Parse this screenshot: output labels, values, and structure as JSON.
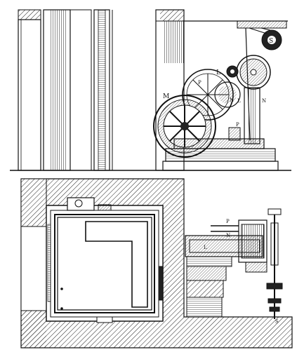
{
  "figure": {
    "kind": "engraving",
    "description_colors": {
      "ink": "#111111",
      "paper": "#ffffff"
    },
    "labels": {
      "S": "S",
      "L": "L",
      "M": "M",
      "N_upper": "N",
      "L_upper2": "L",
      "N_upper2": "N",
      "P_upper": "P",
      "P_upper2": "P",
      "P_lower": "P",
      "N_lower": "N",
      "L_lower": "L",
      "S_lower": "S"
    }
  }
}
